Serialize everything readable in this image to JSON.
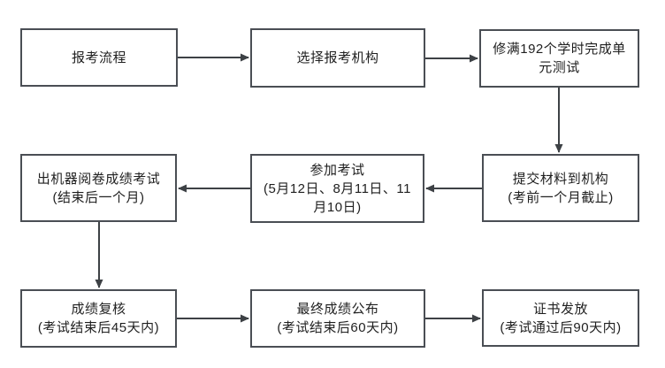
{
  "flowchart": {
    "boxes": [
      {
        "title": "报考流程",
        "subtitle": ""
      },
      {
        "title": "选择报考机构",
        "subtitle": ""
      },
      {
        "title": "修满192个学时完成单元测试",
        "subtitle": ""
      },
      {
        "title": "提交材料到机构",
        "subtitle": "(考前一个月截止)"
      },
      {
        "title": "参加考试",
        "subtitle": "(5月12日、8月11日、11月10日)"
      },
      {
        "title": "出机器阅卷成绩考试",
        "subtitle": "(结束后一个月)"
      },
      {
        "title": "成绩复核",
        "subtitle": "(考试结束后45天内)"
      },
      {
        "title": "最终成绩公布",
        "subtitle": "(考试结束后60天内)"
      },
      {
        "title": "证书发放",
        "subtitle": "(考试通过后90天内)"
      }
    ],
    "edges": [
      {
        "from": "报考流程",
        "to": "选择报考机构"
      },
      {
        "from": "选择报考机构",
        "to": "修满192个学时完成单元测试"
      },
      {
        "from": "修满192个学时完成单元测试",
        "to": "提交材料到机构"
      },
      {
        "from": "提交材料到机构",
        "to": "参加考试"
      },
      {
        "from": "参加考试",
        "to": "出机器阅卷成绩考试"
      },
      {
        "from": "出机器阅卷成绩考试",
        "to": "成绩复核"
      },
      {
        "from": "成绩复核",
        "to": "最终成绩公布"
      },
      {
        "from": "最终成绩公布",
        "to": "证书发放"
      }
    ],
    "colors": {
      "background": "#ffffff",
      "border": "#4a4e54",
      "arrow": "#3d4145",
      "text": "#1f1f1f"
    }
  }
}
